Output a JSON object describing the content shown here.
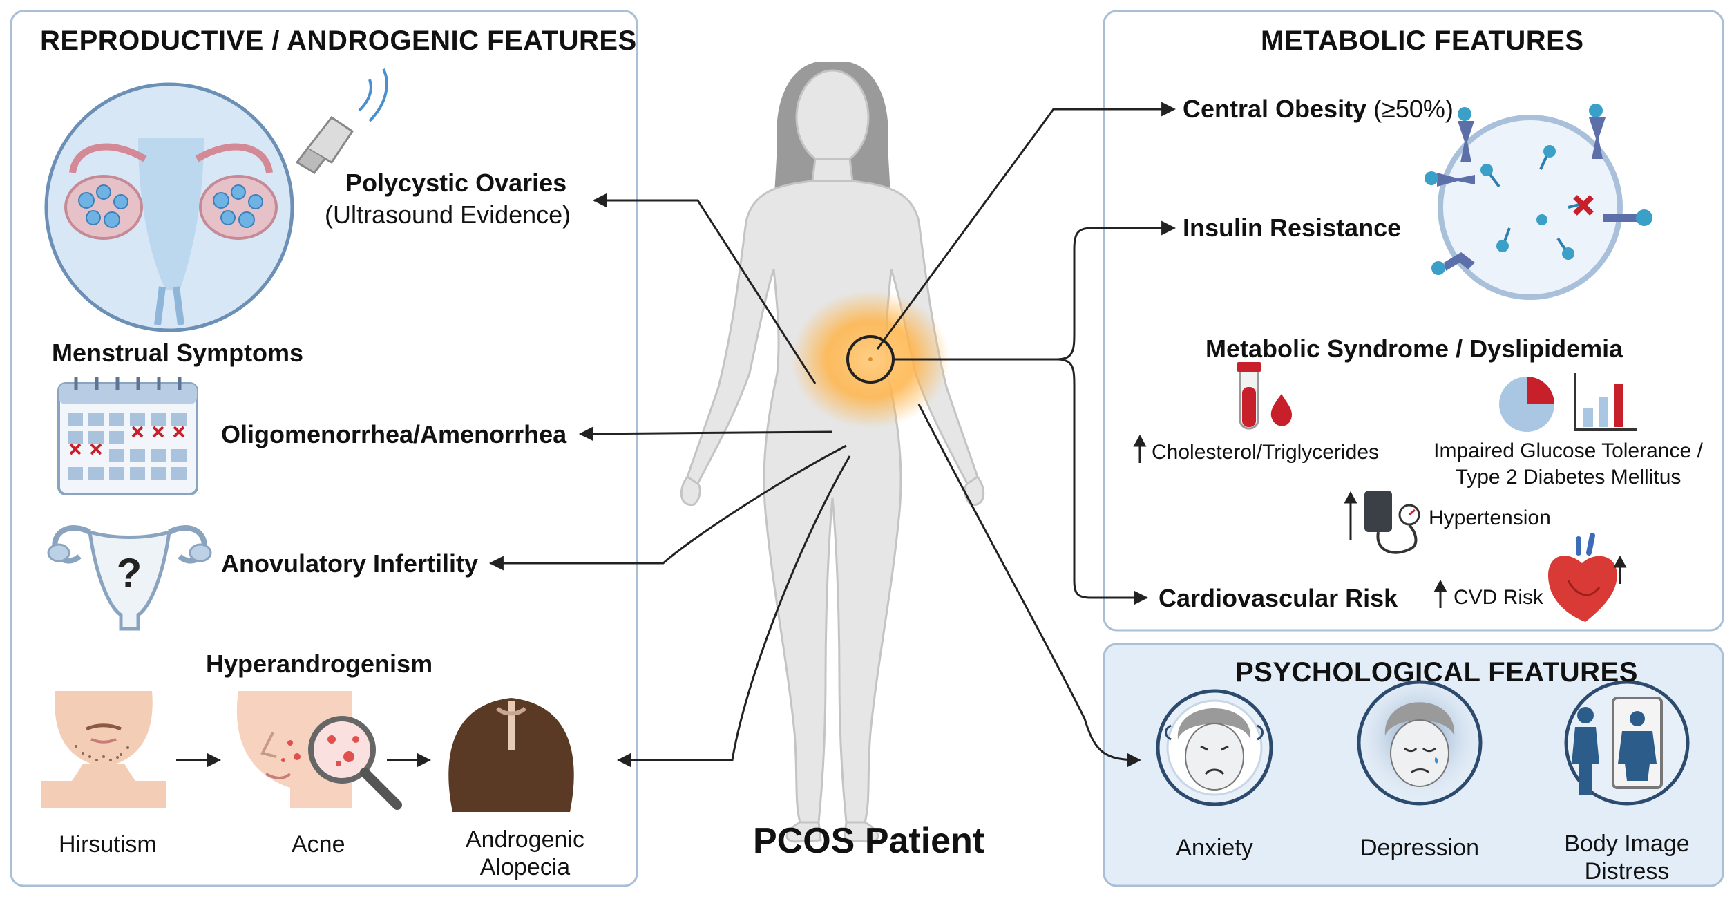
{
  "title": "PCOS Patient",
  "reproductive": {
    "heading": "REPRODUCTIVE / ANDROGENIC FEATURES",
    "polycystic_title": "Polycystic Ovaries",
    "polycystic_sub": "(Ultrasound Evidence)",
    "menstrual_heading": "Menstrual Symptoms",
    "oligo": "Oligomenorrhea/Amenorrhea",
    "infertility": "Anovulatory Infertility",
    "hyper_heading": "Hyperandrogenism",
    "hirsutism": "Hirsutism",
    "acne": "Acne",
    "alopecia_l1": "Androgenic",
    "alopecia_l2": "Alopecia"
  },
  "metabolic": {
    "heading": "METABOLIC FEATURES",
    "obesity": "Central Obesity",
    "obesity_pct": "(≥50%)",
    "insulin": "Insulin Resistance",
    "syndrome": "Metabolic Syndrome / Dyslipidemia",
    "cholesterol": "Cholesterol/Triglycerides",
    "glucose_l1": "Impaired Glucose Tolerance /",
    "glucose_l2": "Type 2 Diabetes Mellitus",
    "hypertension": "Hypertension",
    "cardio": "Cardiovascular Risk",
    "cvd": "CVD Risk"
  },
  "psychological": {
    "heading": "PSYCHOLOGICAL FEATURES",
    "anxiety": "Anxiety",
    "depression": "Depression",
    "body_l1": "Body Image",
    "body_l2": "Distress"
  },
  "colors": {
    "panel_border": "#a9bfd6",
    "psych_fill": "#e3edf7",
    "arrow": "#222222",
    "body": "#e8e8e8",
    "highlight": "#ffb347",
    "red": "#c8202a",
    "blue": "#5b9fd0"
  }
}
